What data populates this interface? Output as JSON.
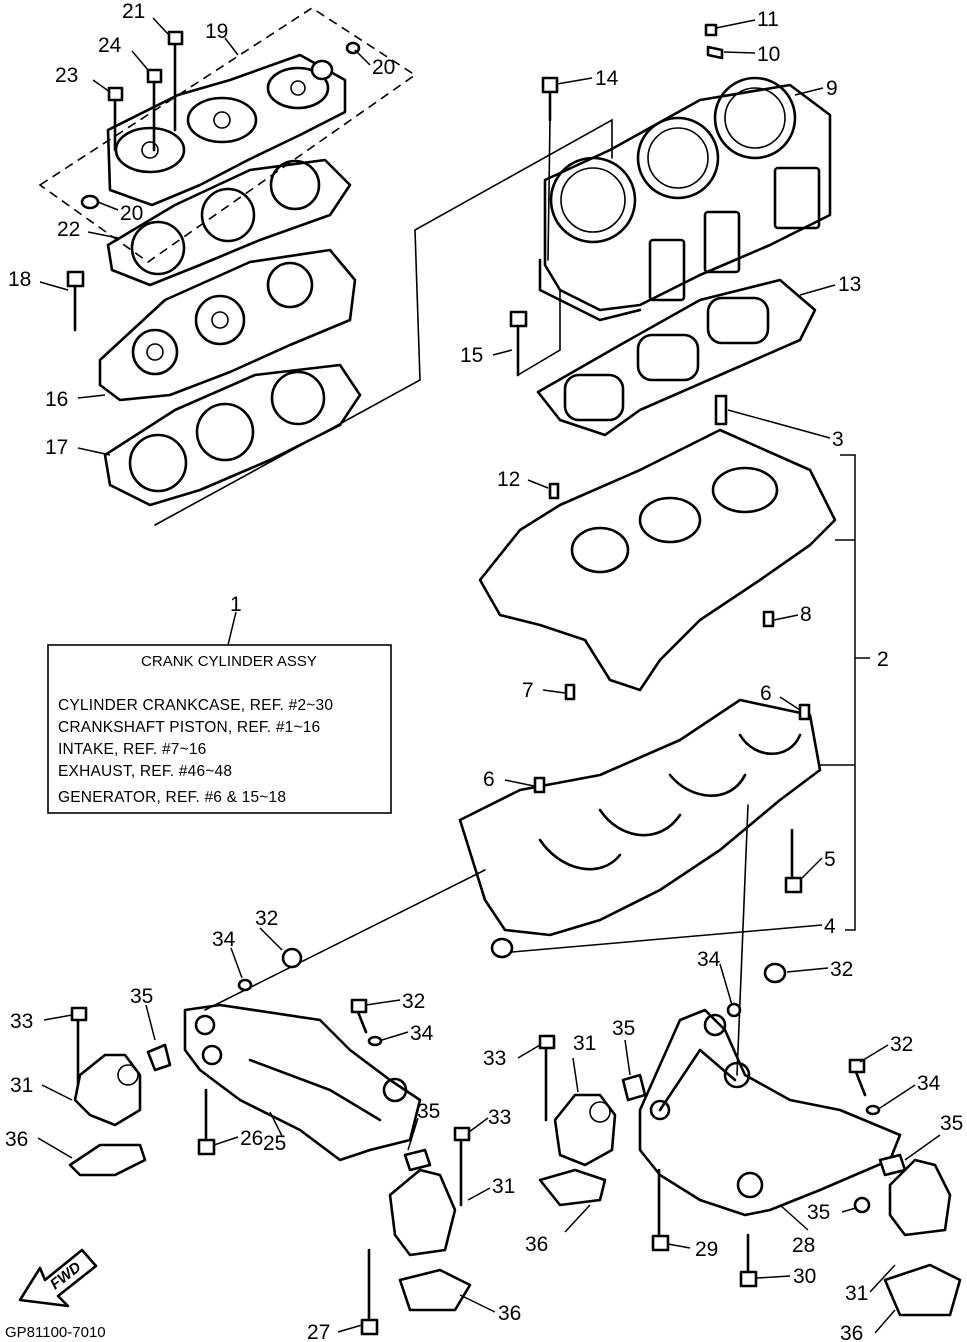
{
  "info_box": {
    "title": "CRANK CYLINDER ASSY",
    "lines": [
      "CYLINDER CRANKCASE, REF. #2~30",
      "CRANKSHAFT PISTON,   REF. #1~16",
      "INTAKE,     REF. #7~16",
      "EXHAUST, REF.  #46~48",
      "GENERATOR, REF. #6 & 15~18"
    ]
  },
  "figure_code": "GP81100-7010",
  "fwd_label": "FWD",
  "callouts": [
    "21",
    "19",
    "24",
    "23",
    "20",
    "20",
    "22",
    "18",
    "16",
    "17",
    "11",
    "10",
    "14",
    "9",
    "13",
    "15",
    "3",
    "12",
    "8",
    "2",
    "7",
    "6",
    "6",
    "5",
    "4",
    "1",
    "34",
    "32",
    "32",
    "33",
    "35",
    "31",
    "36",
    "34",
    "26",
    "25",
    "35",
    "33",
    "31",
    "27",
    "36",
    "34",
    "32",
    "33",
    "31",
    "35",
    "32",
    "34",
    "36",
    "29",
    "28",
    "35",
    "30",
    "31",
    "36",
    "35"
  ]
}
